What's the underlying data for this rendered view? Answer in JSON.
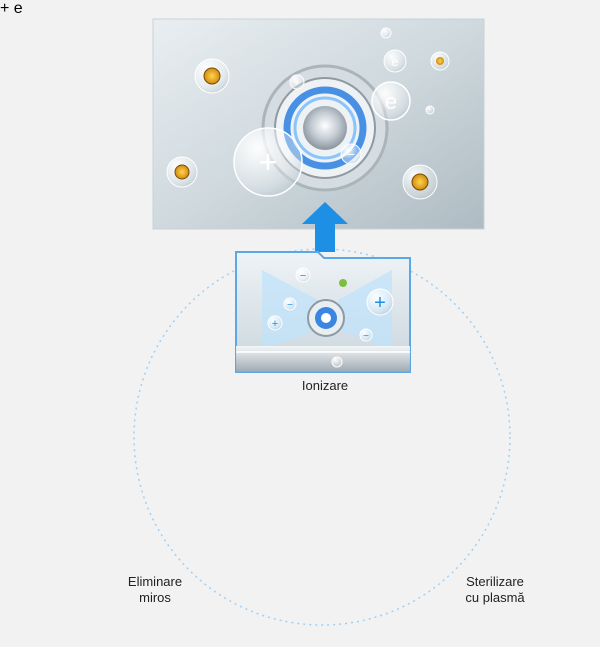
{
  "diagram": {
    "stages": [
      {
        "id": "ionize",
        "lines": [
          "Ionizare"
        ]
      },
      {
        "id": "odor",
        "lines": [
          "Eliminare",
          "miros"
        ]
      },
      {
        "id": "plasma",
        "lines": [
          "Sterilizare",
          "cu plasmă"
        ]
      }
    ],
    "bubble_symbols": {
      "plus": "+",
      "minus": "−",
      "electron": "e"
    },
    "colors": {
      "cycle_arrow": "#2f9be6",
      "up_arrow": "#1d8fe4",
      "ion_ring": "#2a7fe0",
      "background": "#f2f2f2",
      "panel_frame": "#5aa8e8",
      "dotted_circle": "#9fd0f4"
    },
    "icons": [
      "up-arrow-icon",
      "cycle-arrow-icon",
      "ion-bubble-icon",
      "germ-icon",
      "vegetables-icon",
      "lettuce-icon"
    ]
  }
}
